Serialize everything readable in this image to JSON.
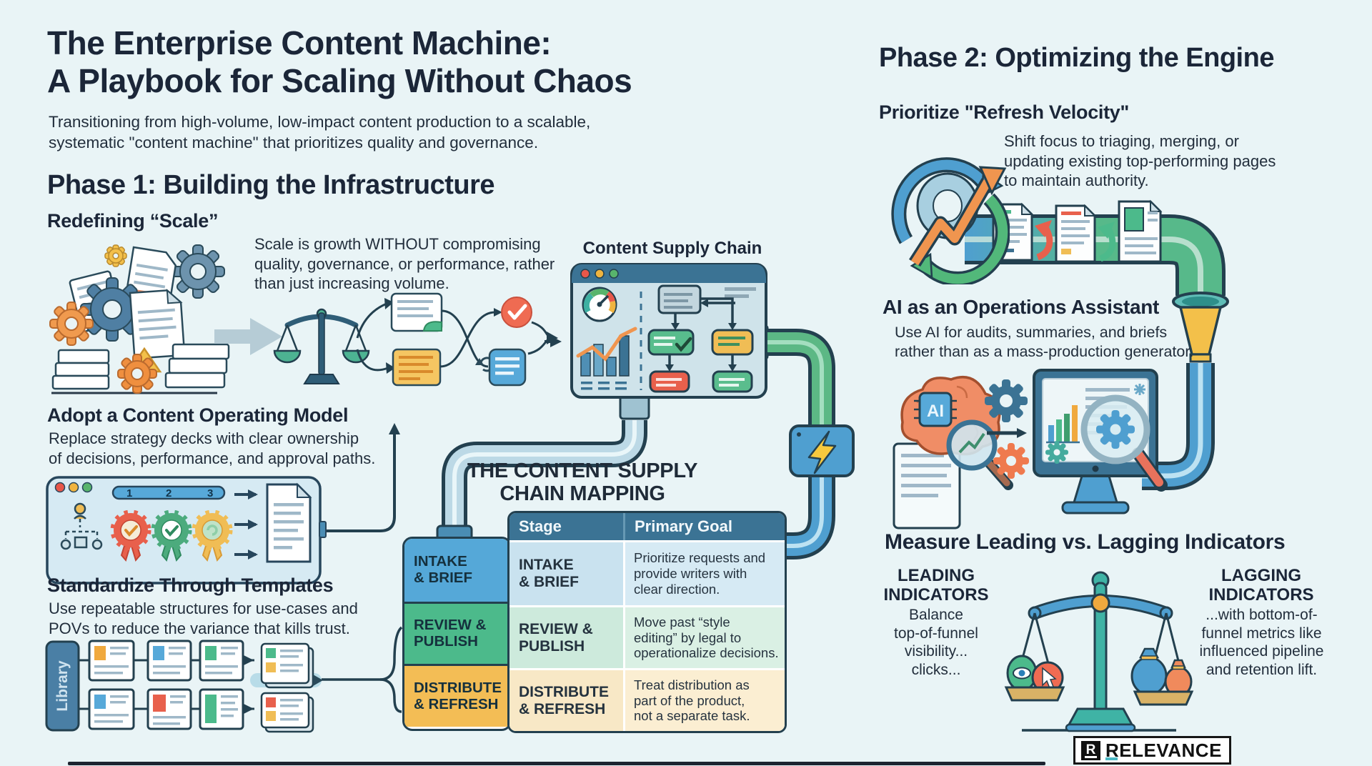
{
  "page": {
    "title": "The Enterprise Content Machine:\nA Playbook for Scaling Without Chaos",
    "subtitle": "Transitioning from high-volume, low-impact content production to a scalable,\nsystematic \"content machine\" that prioritizes quality and governance."
  },
  "phase1": {
    "heading": "Phase 1: Building the Infrastructure",
    "redefining": {
      "heading": "Redefining “Scale”",
      "body": "Scale is growth WITHOUT compromising\nquality, governance, or performance, rather\nthan just increasing volume."
    },
    "supply_chain_label": "Content Supply Chain",
    "operating_model": {
      "heading": "Adopt a Content Operating Model",
      "body": "Replace strategy decks with clear ownership\nof decisions, performance, and approval paths.",
      "steps": [
        "1",
        "2",
        "3"
      ]
    },
    "templates": {
      "heading": "Standardize Through Templates",
      "body": "Use repeatable structures for use-cases and\nPOVs to reduce the variance that kills trust.",
      "library_label": "Library"
    },
    "mapping": {
      "title": "THE CONTENT SUPPLY\nCHAIN MAPPING",
      "stage_col_header": "Stage",
      "goal_col_header": "Primary Goal",
      "rows": [
        {
          "stage": "INTAKE\n& BRIEF",
          "goal": "Prioritize requests and\nprovide writers with\nclear direction."
        },
        {
          "stage": "REVIEW &\nPUBLISH",
          "goal": "Move past “style\nediting” by legal to\noperationalize decisions."
        },
        {
          "stage": "DISTRIBUTE\n& REFRESH",
          "goal": "Treat distribution as\npart of the product,\nnot a separate task."
        }
      ]
    }
  },
  "phase2": {
    "heading": "Phase 2: Optimizing the Engine",
    "refresh_velocity": {
      "heading": "Prioritize \"Refresh Velocity\"",
      "body": "Shift focus to triaging, merging, or\nupdating existing top-performing pages\nto maintain authority."
    },
    "ai_assistant": {
      "heading": "AI as an Operations Assistant",
      "body": "Use AI for audits, summaries, and briefs\nrather than as a mass-production generator.",
      "chip_label": "AI"
    },
    "indicators": {
      "heading": "Measure Leading vs. Lagging Indicators",
      "leading_title": "LEADING\nINDICATORS",
      "leading_body": "Balance\ntop-of-funnel\nvisibility...\nclicks...",
      "lagging_title": "LAGGING\nINDICATORS",
      "lagging_body": "...with bottom-of-\nfunnel metrics like\ninfluenced pipeline\nand retention lift."
    }
  },
  "brand": {
    "mark": "R",
    "name": "RELEVANCE"
  },
  "colors": {
    "background": "#e9f4f6",
    "ink": "#1d2636",
    "outline": "#23404f",
    "blue": "#51a7d8",
    "green": "#4cba8b",
    "yellow": "#f3bd55",
    "table_header": "#3b7394",
    "pipe_green": "#5cb885",
    "pipe_blue": "#4f9fd0",
    "accent_red": "#ef6b52",
    "accent_orange": "#f0954f",
    "teal": "#3fb3a5"
  }
}
